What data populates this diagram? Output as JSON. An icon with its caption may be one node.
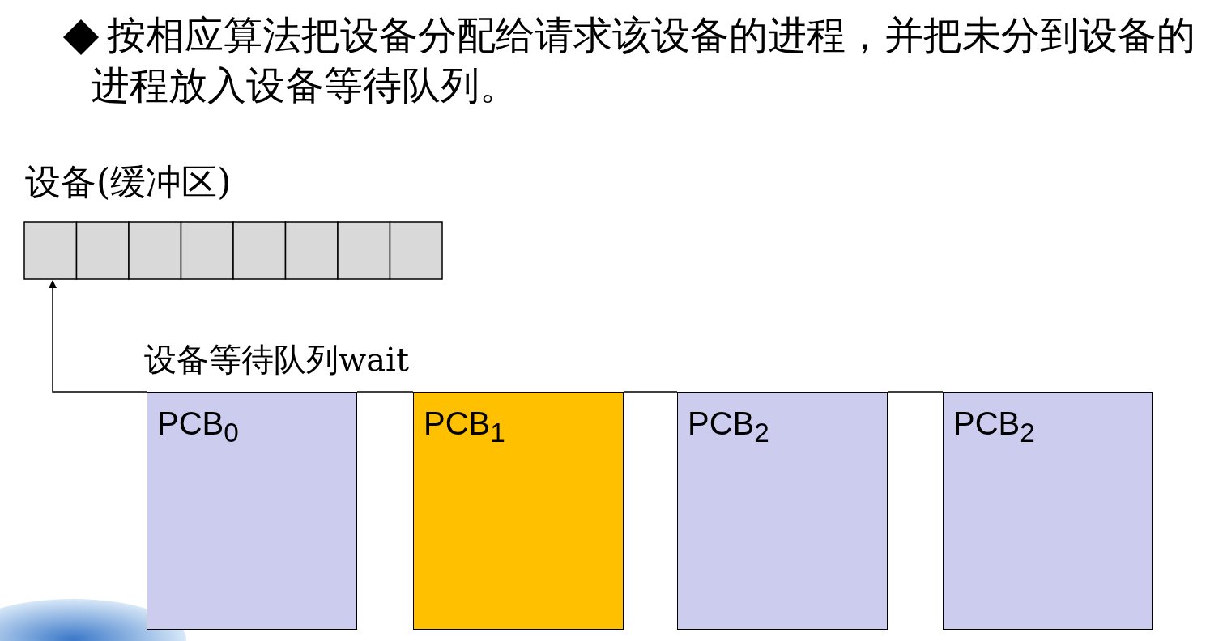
{
  "diagram": {
    "title": "按相应算法把设备分配给请求该设备的进程，并把未分到设备的进程放入设备等待队列。",
    "nodes": [
      {
        "text": [
          "设备(缓冲区)"
        ]
      },
      {
        "text": [
          "PCB$_{0}$"
        ]
      },
      {
        "text": [
          "PCB$_{1}$"
        ]
      },
      {
        "text": [
          "PCB$_{2}$"
        ]
      },
      {
        "text": [
          "PCB$_{2}$"
        ]
      }
    ],
    "edges": [
      {
        "from": 1,
        "to": 0,
        "arrow": "to"
      },
      {
        "from": 1,
        "to": 2,
        "arrow": "none"
      },
      {
        "from": 2,
        "to": 3,
        "arrow": "none"
      },
      {
        "from": 3,
        "to": 4,
        "arrow": "none"
      }
    ],
    "labels": [
      "设备等待队列wait"
    ]
  }
}
